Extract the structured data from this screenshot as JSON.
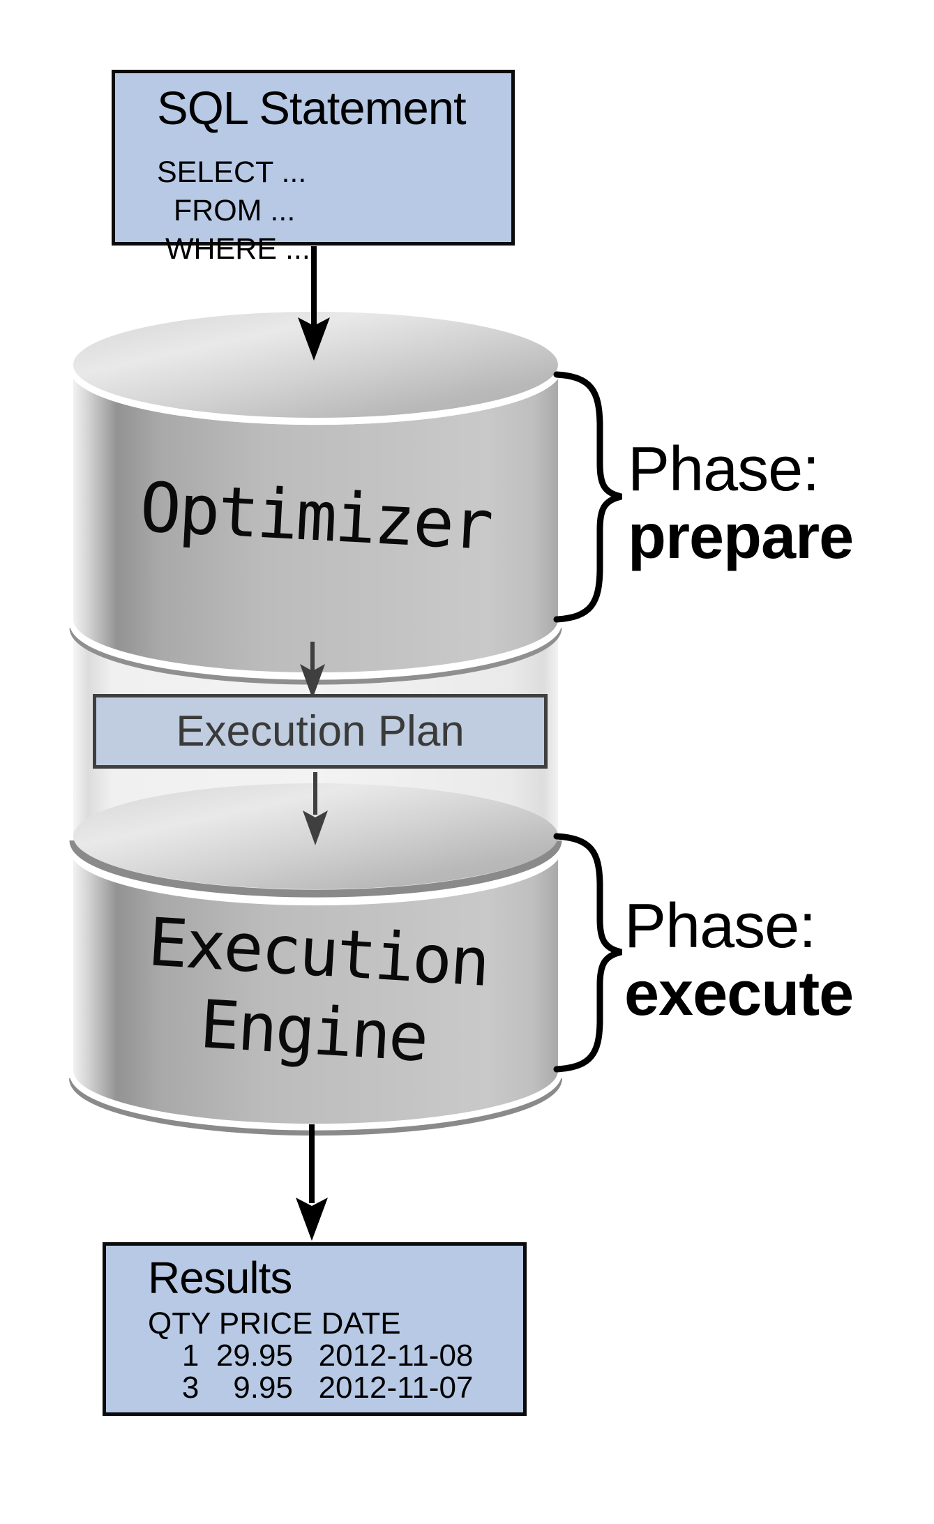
{
  "diagram": {
    "sql_box": {
      "title": "SQL Statement",
      "lines": [
        "SELECT ...",
        "  FROM ...",
        " WHERE ..."
      ]
    },
    "optimizer": {
      "label": "Optimizer"
    },
    "phase_prepare": {
      "line1": "Phase:",
      "line2": "prepare"
    },
    "execution_plan": {
      "label": "Execution Plan"
    },
    "execution_engine": {
      "label_line1": "Execution",
      "label_line2": "Engine"
    },
    "phase_execute": {
      "line1": "Phase:",
      "line2": "execute"
    },
    "results_box": {
      "title": "Results",
      "header": "QTY PRICE DATE",
      "rows": [
        "    1  29.95   2012-11-08",
        "    3    9.95   2012-11-07"
      ]
    },
    "colors": {
      "note_box_fill": "#b7c9e5",
      "note_box_border": "#0b0b0b",
      "plan_box_fill": "#c0cde0",
      "plan_box_border": "#3f3f3f",
      "cylinder_mid_gray": "#bcbcbc",
      "cylinder_dark_band": "#939393",
      "faded_section_fill": "#efefef",
      "rim_gray": "#8a8a8a",
      "mid_arrow_gray": "#3f3f3f",
      "arrow_black": "#000000"
    }
  }
}
